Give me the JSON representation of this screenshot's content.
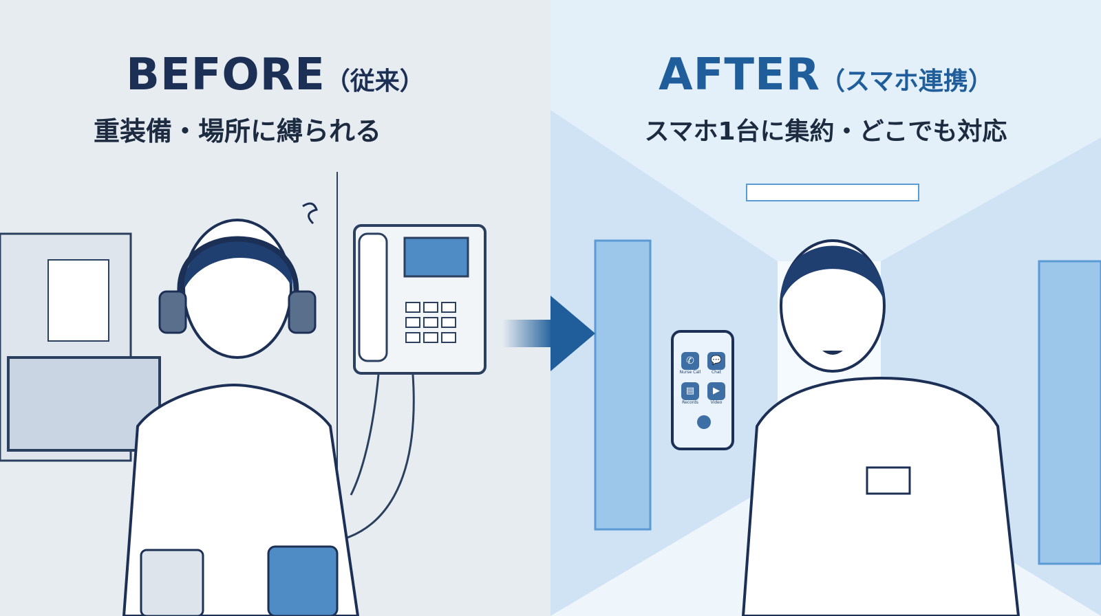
{
  "before": {
    "heading": "BEFORE",
    "paren": "（従来）",
    "subtitle": "重装備・場所に縛られる"
  },
  "after": {
    "heading": "AFTER",
    "paren": "（スマホ連携）",
    "subtitle": "スマホ1台に集約・どこでも対応"
  },
  "phone_apps": [
    "Nurse Call",
    "Chat",
    "Records",
    "Video"
  ],
  "colors": {
    "navy": "#1c2f55",
    "blue": "#1f5e9a",
    "light_blue": "#5b9bd5"
  }
}
